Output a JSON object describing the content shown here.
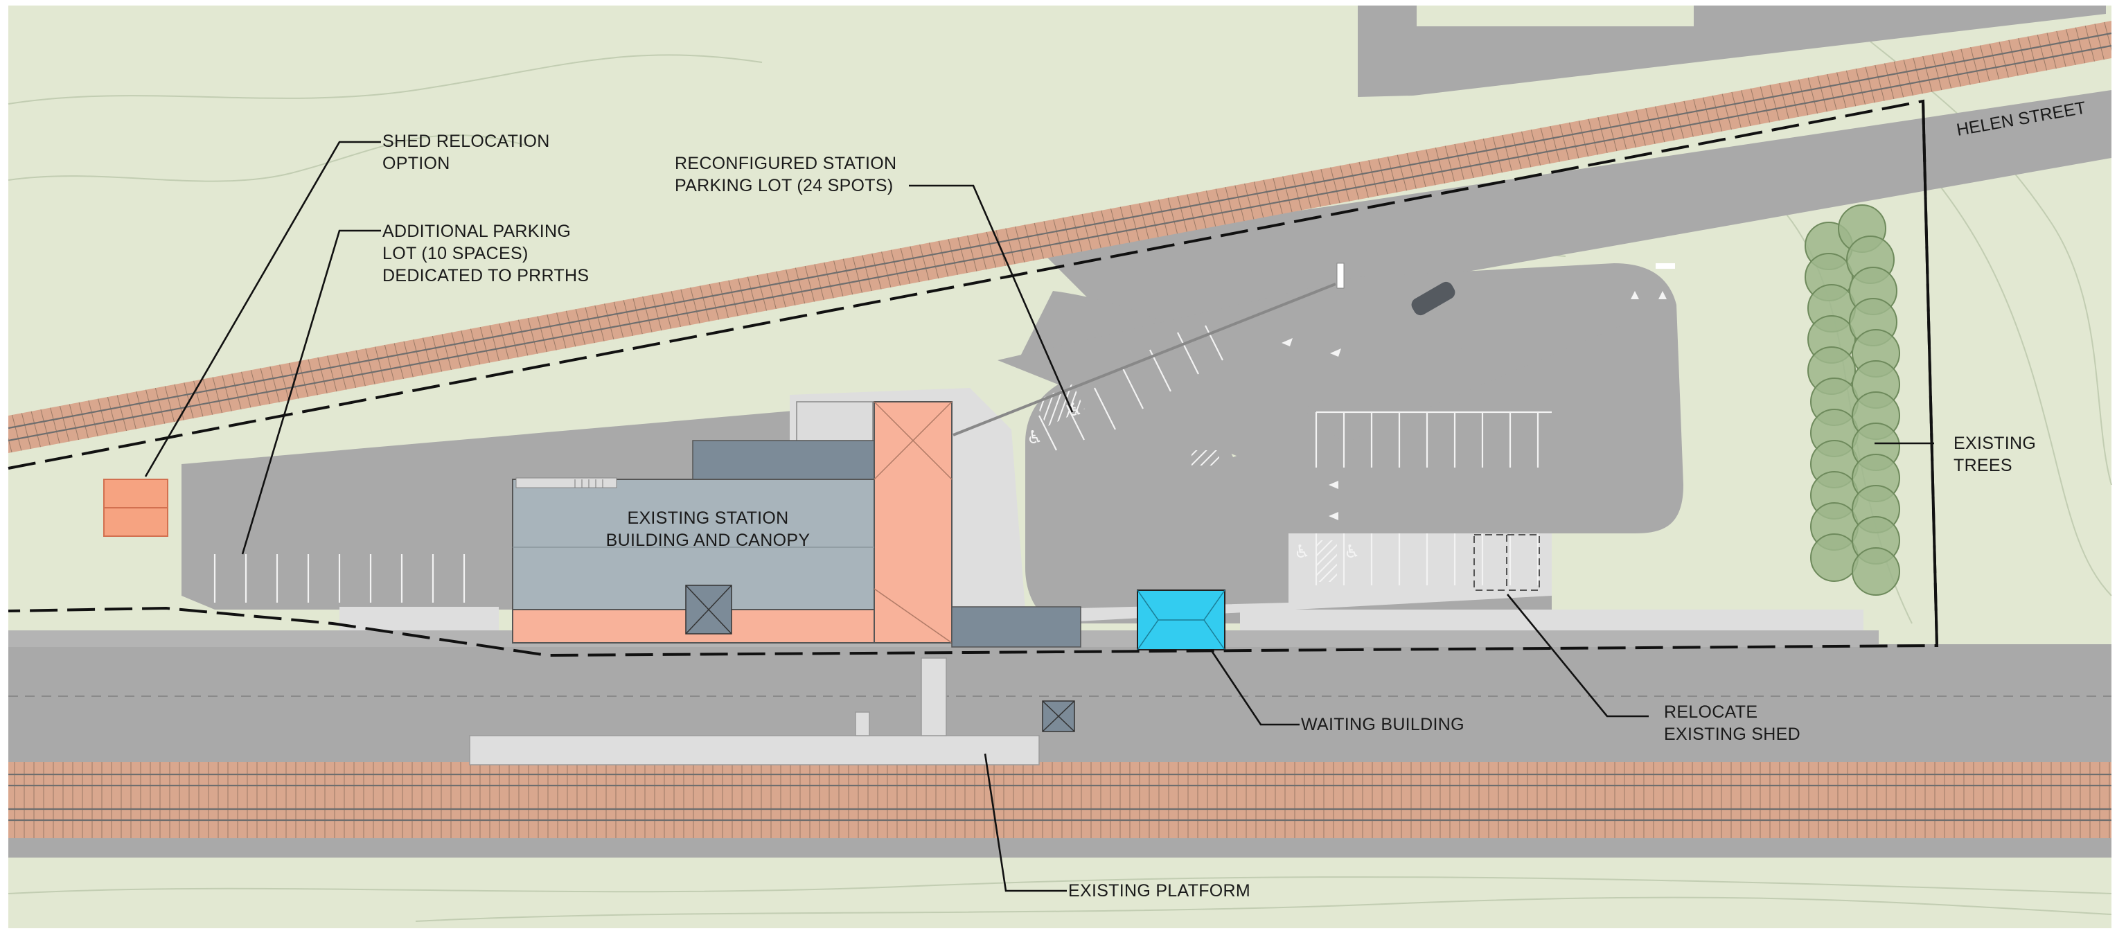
{
  "colors": {
    "grass": "#e2e8d2",
    "road": "#a9a9a9",
    "paving": "#dededc",
    "ballast": "#d9a78e",
    "building_roof": "#a8b4bb",
    "canopy": "#f8b29a",
    "dark_roof": "#7c8b98",
    "waiting_building": "#33ccf0",
    "trees": "#9db68b",
    "shed_option": "#f6a381"
  },
  "labels": {
    "shed_relocation": [
      "SHED RELOCATION",
      "OPTION"
    ],
    "additional_parking": [
      "ADDITIONAL  PARKING",
      "LOT (10 SPACES)",
      "DEDICATED TO PRRTHS"
    ],
    "reconfigured_parking": [
      "RECONFIGURED STATION",
      "PARKING LOT (24 SPOTS)"
    ],
    "existing_station": [
      "EXISTING STATION",
      "BUILDING AND CANOPY"
    ],
    "helen_street": "HELEN STREET",
    "existing_trees": [
      "EXISTING",
      "TREES"
    ],
    "waiting_building": "WAITING BUILDING",
    "relocate_shed": [
      "RELOCATE",
      "EXISTING SHED"
    ],
    "existing_platform": "EXISTING PLATFORM"
  },
  "icons": [
    "accessible-parking-icon",
    "direction-arrow-icon",
    "vehicle-icon",
    "tree-icon"
  ]
}
